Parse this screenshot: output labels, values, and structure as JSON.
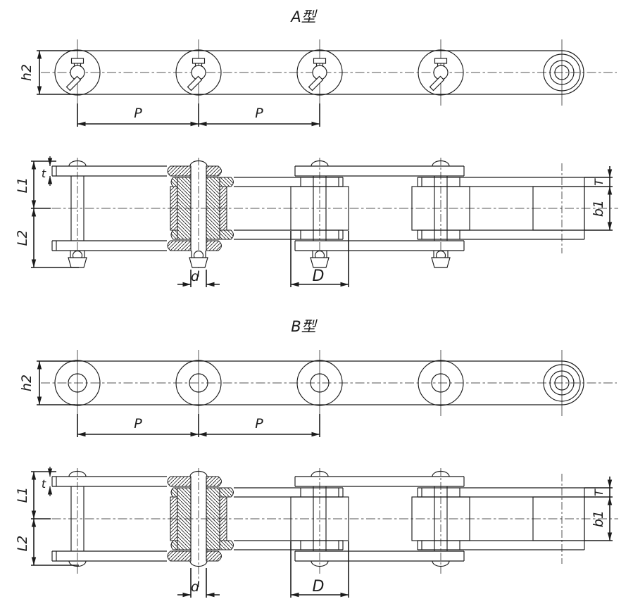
{
  "page": {
    "background": "#ffffff",
    "line_color": "#1b1b1b"
  },
  "type_a": {
    "title": "A型",
    "elevation": {
      "height_label": "h2",
      "pitch_labels": [
        "P",
        "P"
      ]
    },
    "section": {
      "plate_thickness_label": "t",
      "upper_half_length_label": "L1",
      "lower_half_length_label": "L2",
      "pin_diameter_label": "d",
      "roller_diameter_label": "D",
      "inner_plate_thickness_label": "T",
      "inner_width_label": "b1"
    }
  },
  "type_b": {
    "title": "B型",
    "elevation": {
      "height_label": "h2",
      "pitch_labels": [
        "P",
        "P"
      ]
    },
    "section": {
      "plate_thickness_label": "t",
      "upper_half_length_label": "L1",
      "lower_half_length_label": "L2",
      "pin_diameter_label": "d",
      "roller_diameter_label": "D",
      "inner_plate_thickness_label": "T",
      "inner_width_label": "b1"
    }
  }
}
